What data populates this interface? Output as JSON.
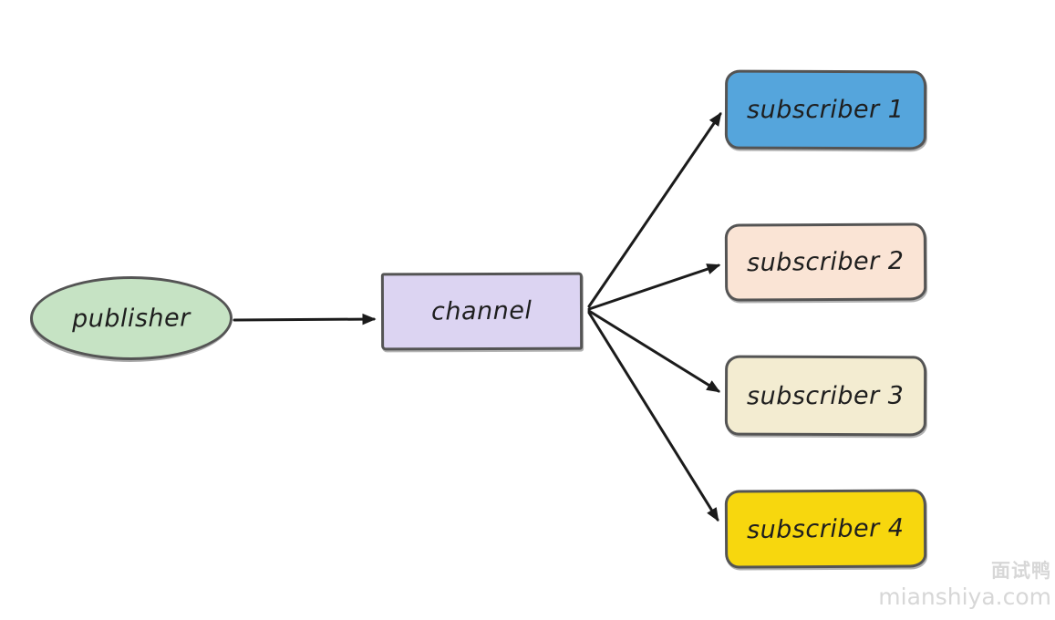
{
  "diagram": {
    "stroke_color": "#545454",
    "arrow_color": "#1b1b1b",
    "text_color": "#1e1e1e",
    "publisher": {
      "label": "publisher",
      "fill": "#c6e3c4"
    },
    "channel": {
      "label": "channel",
      "fill": "#dcd4f2"
    },
    "subscribers": [
      {
        "label": "subscriber 1",
        "fill": "#55a5dc"
      },
      {
        "label": "subscriber 2",
        "fill": "#fae4d5"
      },
      {
        "label": "subscriber 3",
        "fill": "#f3ecd1"
      },
      {
        "label": "subscriber 4",
        "fill": "#f7d70e"
      }
    ]
  },
  "watermark": {
    "brand": "面试鸭",
    "url": "mianshiya.com",
    "color": "#d7d7d7"
  }
}
